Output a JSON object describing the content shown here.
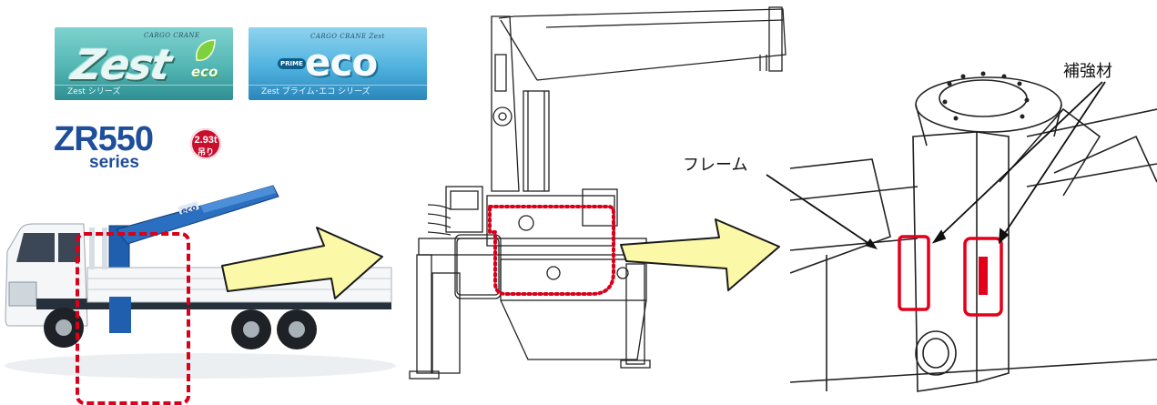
{
  "logo_zest": {
    "word": "Zest",
    "eco": "eco",
    "cargo": "CARGO CRANE",
    "series": "Zest シリーズ"
  },
  "logo_prime": {
    "cargo": "CARGO CRANE Zest",
    "prime": "PRIME",
    "eco": "eco",
    "series": "Zest プライム･エコ シリーズ"
  },
  "model": {
    "name": "ZR550",
    "series": "series",
    "capacity": "2.93t",
    "capacity_unit": "吊り"
  },
  "boom_label": "eco",
  "labels": {
    "frame": "フレーム",
    "reinforcement": "補強材"
  },
  "colors": {
    "crane_blue": "#1f63b3",
    "highlight_red": "#d8001b",
    "arrow_fill": "#fbf8a8",
    "logo_teal": "#4fb3b0",
    "logo_blue": "#3a9fcf"
  }
}
